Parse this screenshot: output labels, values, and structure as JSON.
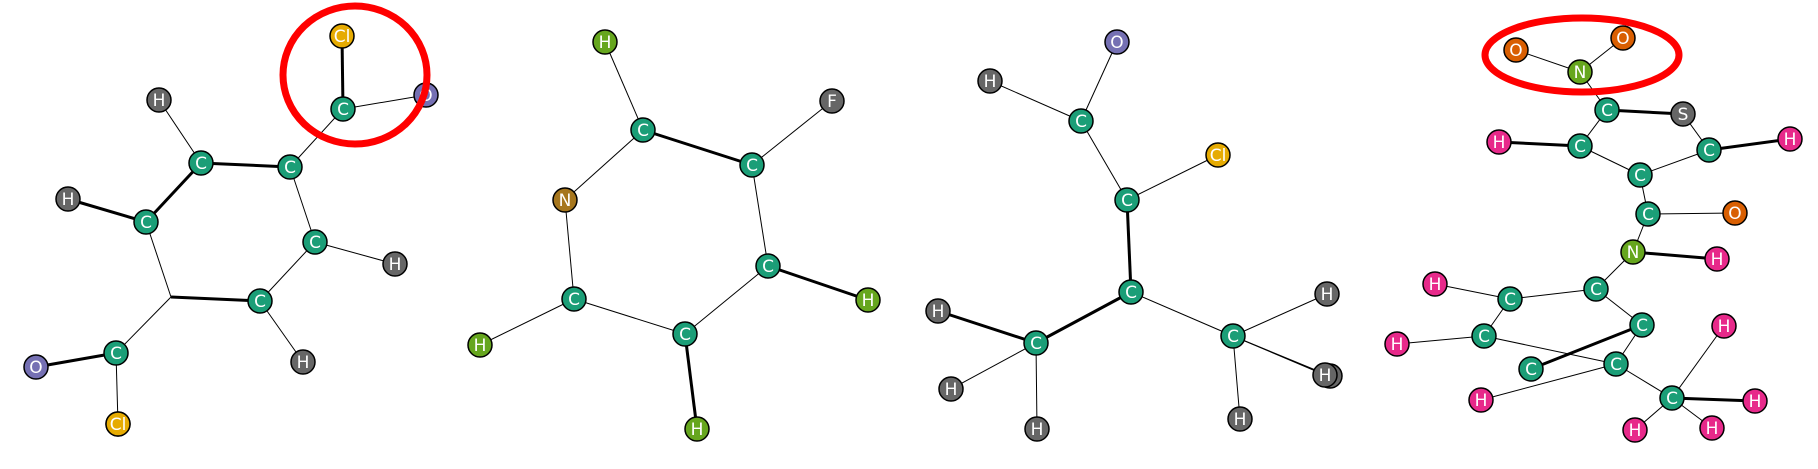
{
  "colors": {
    "C": "#1b9e77",
    "H": "#666666",
    "O": "#7570b3",
    "Cl": "#e6ab02",
    "N": "#a6761d",
    "F": "#666666",
    "S": "#666666",
    "highlight": "#ff0000"
  },
  "molecules": [
    {
      "id": "molecule-1",
      "atoms": [
        {
          "el": "Cl"
        },
        {
          "el": "C"
        },
        {
          "el": "O"
        },
        {
          "el": "H"
        },
        {
          "el": "C"
        },
        {
          "el": "C"
        },
        {
          "el": "H"
        },
        {
          "el": "C"
        },
        {
          "el": "C"
        },
        {
          "el": "C"
        },
        {
          "el": "H"
        },
        {
          "el": "H"
        },
        {
          "el": "C"
        },
        {
          "el": "O"
        },
        {
          "el": "Cl"
        }
      ],
      "bonds": [
        [
          0,
          1,
          3
        ],
        [
          1,
          2,
          1
        ],
        [
          1,
          5,
          1
        ],
        [
          3,
          4,
          1
        ],
        [
          4,
          5,
          3
        ],
        [
          6,
          7,
          3
        ],
        [
          7,
          4,
          3
        ],
        [
          5,
          8,
          1
        ],
        [
          8,
          10,
          1
        ],
        [
          8,
          9,
          1
        ],
        [
          9,
          11,
          1
        ],
        [
          9,
          16,
          3
        ],
        [
          7,
          16,
          1
        ],
        [
          16,
          12,
          1
        ],
        [
          12,
          13,
          3
        ],
        [
          12,
          14,
          1
        ]
      ]
    },
    {
      "id": "molecule-2",
      "atoms": [
        {
          "el": "H",
          "color": "#66a61e"
        },
        {
          "el": "C"
        },
        {
          "el": "F"
        },
        {
          "el": "C"
        },
        {
          "el": "N"
        },
        {
          "el": "C"
        },
        {
          "el": "H",
          "color": "#66a61e"
        },
        {
          "el": "C"
        },
        {
          "el": "H",
          "color": "#66a61e"
        },
        {
          "el": "C"
        },
        {
          "el": "H",
          "color": "#66a61e"
        }
      ],
      "bonds": [
        [
          0,
          1,
          1
        ],
        [
          1,
          3,
          3
        ],
        [
          3,
          2,
          1
        ],
        [
          1,
          4,
          1
        ],
        [
          4,
          7,
          1
        ],
        [
          3,
          5,
          1
        ],
        [
          5,
          6,
          3
        ],
        [
          7,
          8,
          1
        ],
        [
          7,
          9,
          1
        ],
        [
          9,
          5,
          1
        ],
        [
          9,
          10,
          3
        ]
      ]
    },
    {
      "id": "molecule-3",
      "atoms": [
        {
          "el": "O"
        },
        {
          "el": "H"
        },
        {
          "el": "C"
        },
        {
          "el": "Cl"
        },
        {
          "el": "C"
        },
        {
          "el": "C"
        },
        {
          "el": "H"
        },
        {
          "el": "H"
        },
        {
          "el": "C"
        },
        {
          "el": "C"
        },
        {
          "el": "H"
        },
        {
          "el": "H"
        },
        {
          "el": "H"
        },
        {
          "el": "H"
        },
        {
          "el": "H"
        }
      ],
      "bonds": [
        [
          2,
          0,
          1
        ],
        [
          2,
          1,
          1
        ],
        [
          2,
          4,
          1
        ],
        [
          4,
          3,
          1
        ],
        [
          4,
          5,
          3
        ],
        [
          5,
          8,
          3
        ],
        [
          5,
          9,
          1
        ],
        [
          8,
          6,
          3
        ],
        [
          8,
          11,
          1
        ],
        [
          8,
          12,
          1
        ],
        [
          9,
          7,
          1
        ],
        [
          9,
          10,
          1
        ],
        [
          9,
          13,
          1
        ],
        [
          9,
          14,
          1
        ]
      ]
    },
    {
      "id": "molecule-4",
      "atoms": [
        {
          "el": "O",
          "color": "#d95f02"
        },
        {
          "el": "O",
          "color": "#d95f02"
        },
        {
          "el": "N",
          "color": "#66a61e"
        },
        {
          "el": "C"
        },
        {
          "el": "S"
        },
        {
          "el": "H",
          "color": "#e7298a"
        },
        {
          "el": "C"
        },
        {
          "el": "C"
        },
        {
          "el": "H",
          "color": "#e7298a"
        },
        {
          "el": "C"
        },
        {
          "el": "C"
        },
        {
          "el": "O",
          "color": "#d95f02"
        },
        {
          "el": "N",
          "color": "#66a61e"
        },
        {
          "el": "H",
          "color": "#e7298a"
        },
        {
          "el": "H",
          "color": "#e7298a"
        },
        {
          "el": "C"
        },
        {
          "el": "C"
        },
        {
          "el": "H",
          "color": "#e7298a"
        },
        {
          "el": "C"
        },
        {
          "el": "C"
        },
        {
          "el": "H",
          "color": "#e7298a"
        },
        {
          "el": "C"
        },
        {
          "el": "C"
        },
        {
          "el": "H",
          "color": "#e7298a"
        },
        {
          "el": "C"
        },
        {
          "el": "H",
          "color": "#e7298a"
        },
        {
          "el": "H",
          "color": "#e7298a"
        },
        {
          "el": "H",
          "color": "#e7298a"
        }
      ],
      "bonds": [
        [
          0,
          2,
          1
        ],
        [
          1,
          2,
          1
        ],
        [
          2,
          3,
          1
        ],
        [
          3,
          4,
          3
        ],
        [
          3,
          6,
          1
        ],
        [
          6,
          5,
          3
        ],
        [
          4,
          9,
          1
        ],
        [
          9,
          8,
          3
        ],
        [
          6,
          7,
          1
        ],
        [
          9,
          7,
          1
        ],
        [
          7,
          10,
          1
        ],
        [
          10,
          11,
          1
        ],
        [
          10,
          12,
          1
        ],
        [
          12,
          13,
          3
        ],
        [
          12,
          16,
          1
        ],
        [
          16,
          15,
          1
        ],
        [
          15,
          14,
          1
        ],
        [
          15,
          18,
          1
        ],
        [
          18,
          17,
          1
        ],
        [
          18,
          21,
          1
        ],
        [
          21,
          20,
          1
        ],
        [
          16,
          19,
          1
        ],
        [
          19,
          22,
          3
        ],
        [
          19,
          21,
          1
        ],
        [
          21,
          24,
          1
        ],
        [
          24,
          23,
          1
        ],
        [
          24,
          25,
          3
        ],
        [
          24,
          26,
          1
        ],
        [
          24,
          27,
          1
        ]
      ]
    }
  ]
}
